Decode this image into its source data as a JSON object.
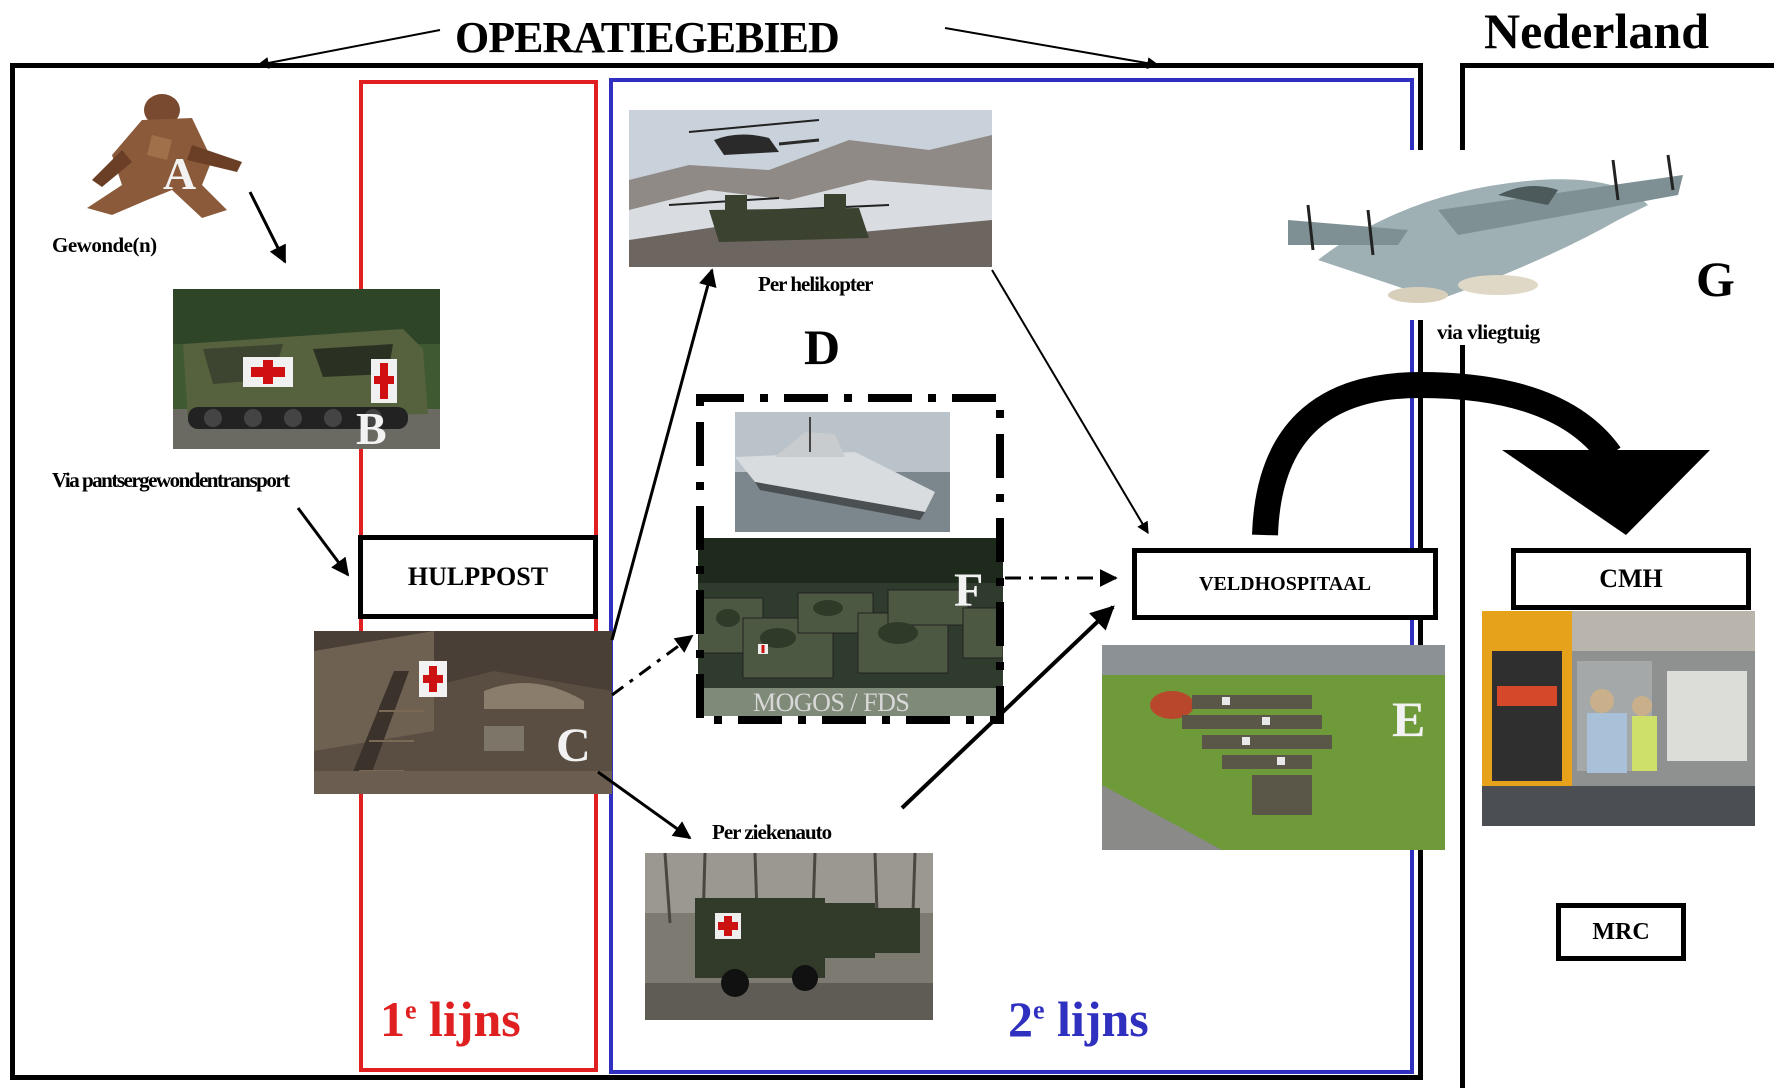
{
  "header": {
    "operatiegebied": "OPERATIEGEBIED",
    "nederland": "Nederland"
  },
  "zones": {
    "first_line_num": "1",
    "first_line_sup": "e",
    "first_line_word": "lijns",
    "second_line_num": "2",
    "second_line_sup": "e",
    "second_line_word": "lijns"
  },
  "labels": {
    "gewonden": "Gewonde(n)",
    "pantser": "Via  pantsergewondentransport",
    "helikopter": "Per helikopter",
    "ziekenauto": "Per ziekenauto",
    "vliegtuig": "via vliegtuig",
    "mogos": "MOGOS / FDS",
    "hulppost": "HULPPOST",
    "veldhospitaal": "VELDHOSPITAAL",
    "cmh": "CMH",
    "mrc": "MRC"
  },
  "letters": {
    "a": "A",
    "b": "B",
    "c": "C",
    "d": "D",
    "e": "E",
    "f": "F",
    "g": "G"
  },
  "colors": {
    "first_line": "#e02020",
    "second_line": "#3030c0",
    "frame": "#000000"
  }
}
